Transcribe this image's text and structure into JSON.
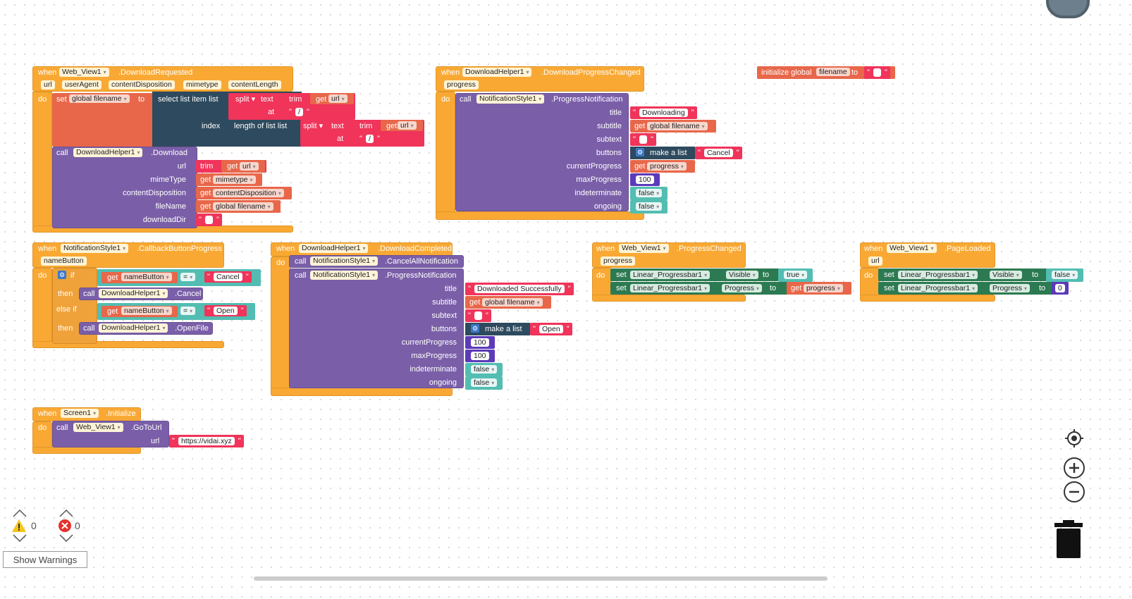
{
  "blocks": {
    "dl_requested": {
      "when": "when",
      "component": "Web_View1",
      "event": ".DownloadRequested",
      "params": [
        "url",
        "userAgent",
        "contentDisposition",
        "mimetype",
        "contentLength"
      ],
      "do": "do",
      "set": "set",
      "set_var": "global filename",
      "to": "to",
      "select": "select list item  list",
      "split": "split",
      "text": "text",
      "trim": "trim",
      "get": "get",
      "url_var": "url",
      "at": "at",
      "slash": "/",
      "index": "index",
      "length_of_list": "length of list  list",
      "call": "call",
      "helper": "DownloadHelper1",
      "method": ".Download",
      "args": [
        "url",
        "mimeType",
        "contentDisposition",
        "fileName",
        "downloadDir"
      ],
      "arg_vals": {
        "url_trim": "trim",
        "url_get": "url",
        "mime": "mimetype",
        "cd": "contentDisposition",
        "fn": "global filename"
      }
    },
    "progress_changed": {
      "when": "when",
      "component": "DownloadHelper1",
      "event": ".DownloadProgressChanged",
      "param": "progress",
      "do": "do",
      "call": "call",
      "comp": "NotificationStyle1",
      "method": ".ProgressNotification",
      "args": [
        "title",
        "subtitle",
        "subtext",
        "buttons",
        "currentProgress",
        "maxProgress",
        "indeterminate",
        "ongoing"
      ],
      "title_val": "Downloading",
      "subtitle_get": "global filename",
      "make_list": "make a list",
      "button_val": "Cancel",
      "current_get": "progress",
      "max_val": "100",
      "indet": "false",
      "ongoing": "false"
    },
    "init_global": {
      "label": "initialize global",
      "name": "filename",
      "to": "to"
    },
    "callback": {
      "when": "when",
      "component": "NotificationStyle1",
      "event": ".CallbackButtonProgress",
      "param": "nameButton",
      "do": "do",
      "if": "if",
      "then": "then",
      "else_if": "else if",
      "get": "get",
      "var": "nameButton",
      "eq": "=",
      "cancel": "Cancel",
      "open": "Open",
      "call": "call",
      "helper": "DownloadHelper1",
      "m_cancel": ".Cancel",
      "m_open": ".OpenFile"
    },
    "completed": {
      "when": "when",
      "component": "DownloadHelper1",
      "event": ".DownloadCompleted",
      "do": "do",
      "call": "call",
      "comp": "NotificationStyle1",
      "m1": ".CancelAllNotification",
      "m2": ".ProgressNotification",
      "args": [
        "title",
        "subtitle",
        "subtext",
        "buttons",
        "currentProgress",
        "maxProgress",
        "indeterminate",
        "ongoing"
      ],
      "title_val": "Downloaded Successfully",
      "subtitle_get": "global filename",
      "make_list": "make a list",
      "button_val": "Open",
      "current_val": "100",
      "max_val": "100",
      "indet": "false",
      "ongoing": "false"
    },
    "wv_progress": {
      "when": "when",
      "component": "Web_View1",
      "event": ".ProgressChanged",
      "param": "progress",
      "do": "do",
      "set": "set",
      "bar": "Linear_Progressbar1",
      "prop1": "Visible",
      "prop2": "Progress",
      "to": "to",
      "true_val": "true",
      "get": "get",
      "var": "progress"
    },
    "page_loaded": {
      "when": "when",
      "component": "Web_View1",
      "event": ".PageLoaded",
      "param": "url",
      "do": "do",
      "set": "set",
      "bar": "Linear_Progressbar1",
      "prop1": "Visible",
      "prop2": "Progress",
      "to": "to",
      "false_val": "false",
      "zero": "0"
    },
    "screen_init": {
      "when": "when",
      "component": "Screen1",
      "event": ".Initialize",
      "do": "do",
      "call": "call",
      "comp": "Web_View1",
      "method": ".GoToUrl",
      "arg": "url",
      "url_val": "https://vidai.xyz"
    }
  },
  "warnings": {
    "warn_count": "0",
    "error_count": "0",
    "button": "Show Warnings"
  },
  "colors": {
    "event": "#f9a933",
    "procedure": "#7a5fa8",
    "text": "#f0345a",
    "variable": "#e8674a",
    "list": "#2e4a5e",
    "math": "#5c3ab9",
    "logic": "#53bdb2",
    "component": "#2c7a52"
  },
  "icons": [
    "backpack-icon",
    "recenter-icon",
    "zoom-in-icon",
    "zoom-out-icon",
    "trash-icon",
    "warning-icon",
    "error-icon"
  ]
}
